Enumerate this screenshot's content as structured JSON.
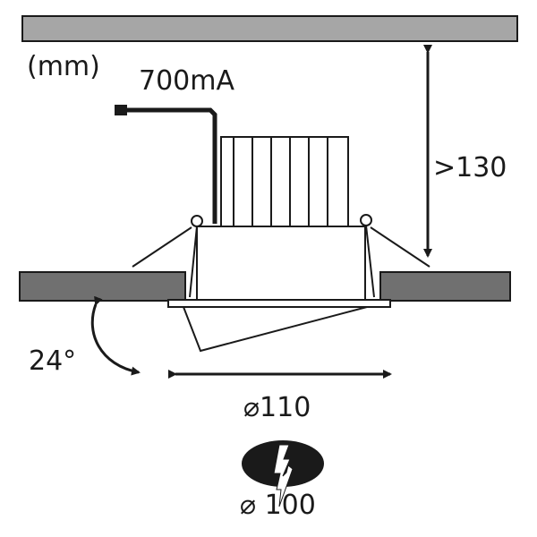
{
  "diagram": {
    "unit_label": "(mm)",
    "current_label": "700mA",
    "depth_label": ">130",
    "tilt_label": "24°",
    "outer_diameter_label": "⌀110",
    "cutout_diameter_label": "⌀ 100"
  },
  "colors": {
    "ceiling_top": "#a6a6a6",
    "ceiling_panel": "#707070",
    "stroke": "#1a1a1a",
    "cutout_disc": "#1a1a1a",
    "background": "#ffffff"
  },
  "icons": [
    "double-arrow-icon",
    "curved-arrow-icon",
    "lightning-bolt-icon"
  ]
}
